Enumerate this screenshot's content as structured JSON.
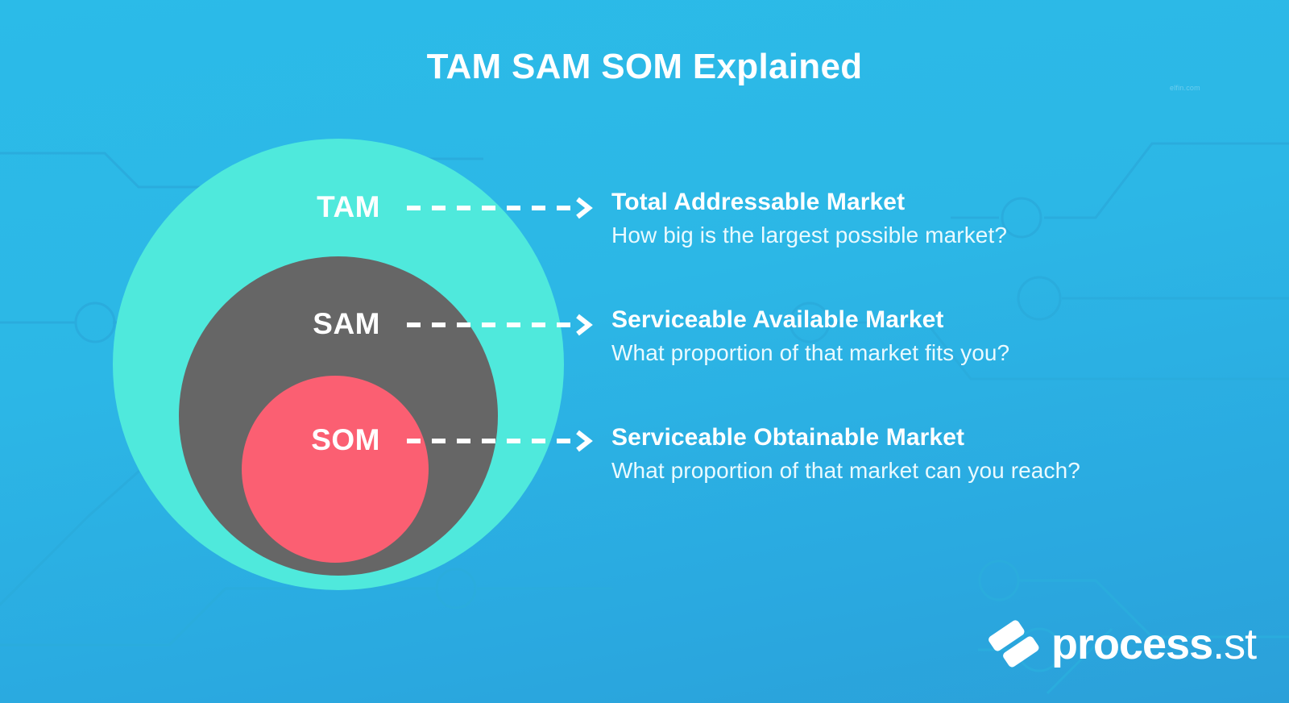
{
  "title": "TAM SAM SOM Explained",
  "colors": {
    "background_top": "#2BBBE8",
    "background_bottom": "#2BA0D9",
    "tam_circle": "#4FE9DC",
    "sam_circle": "#666666",
    "som_circle": "#FB5F72",
    "text": "#FFFFFF",
    "circuit_trace": "#29ACDC"
  },
  "diagram": {
    "type": "nested-circles",
    "caption": "Three concentric circles showing market sizing from largest (TAM) to smallest (SOM)",
    "rings": [
      {
        "abbr": "TAM",
        "title": "Total Addressable Market",
        "subtitle": "How big is the largest possible market?",
        "color": "#4FE9DC",
        "relative_size": 1.0
      },
      {
        "abbr": "SAM",
        "title": "Serviceable Available Market",
        "subtitle": "What proportion of that market fits you?",
        "color": "#666666",
        "relative_size": 0.707
      },
      {
        "abbr": "SOM",
        "title": "Serviceable Obtainable Market",
        "subtitle": "What proportion of that market can you reach?",
        "color": "#FB5F72",
        "relative_size": 0.414
      }
    ]
  },
  "connectors": {
    "style": "dashed-line-with-chevron-arrow",
    "icon": "arrow-right-chevron-icon"
  },
  "brand": {
    "name": "process",
    "tld": ".st",
    "mark": "process-st-logo-icon"
  },
  "credit": "elfin.com"
}
